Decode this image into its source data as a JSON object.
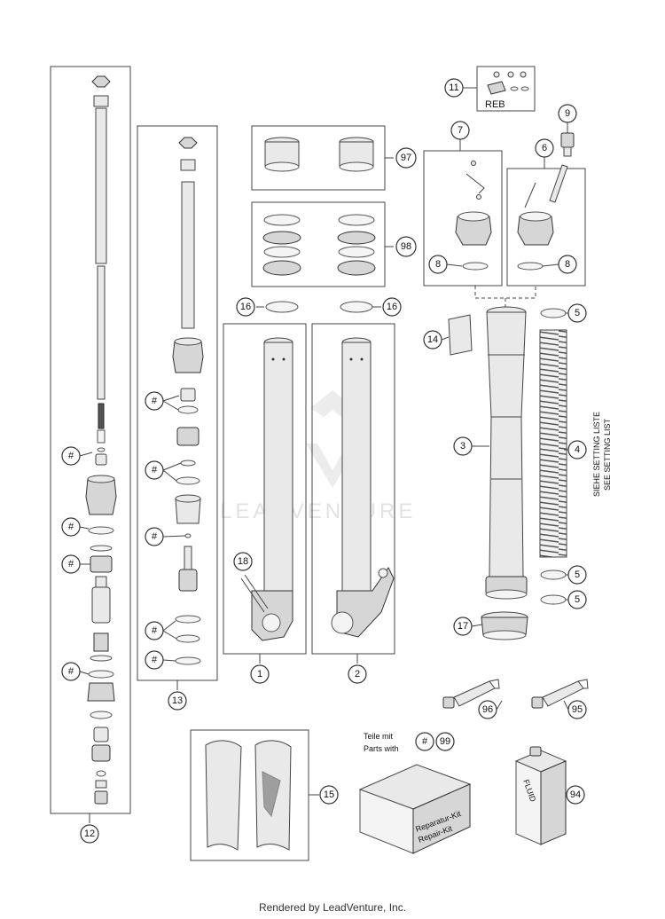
{
  "footer": "Rendered by LeadVenture, Inc.",
  "watermark": "LEADVENTURE",
  "labels": {
    "reb": "REB",
    "setting_de": "SIEHE SETTING LISTE",
    "setting_en": "SEE SETTING LIST",
    "parts_with_de": "Teile mit",
    "parts_with_en": "Parts with",
    "repair_kit_de": "Reparatur-Kit",
    "repair_kit_en": "Repair-Kit",
    "fluid": "FLUID"
  },
  "callouts": {
    "c1": "1",
    "c2": "2",
    "c3": "3",
    "c4": "4",
    "c5a": "5",
    "c5b": "5",
    "c5c": "5",
    "c6": "6",
    "c7": "7",
    "c8a": "8",
    "c8b": "8",
    "c9": "9",
    "c11": "11",
    "c12": "12",
    "c13": "13",
    "c14": "14",
    "c15": "15",
    "c16a": "16",
    "c16b": "16",
    "c17": "17",
    "c18": "18",
    "c94": "94",
    "c95": "95",
    "c96": "96",
    "c97": "97",
    "c98": "98",
    "c99": "99",
    "h1": "#",
    "h2": "#",
    "h3": "#",
    "h4": "#",
    "h5": "#",
    "h6": "#",
    "h7": "#",
    "h8": "#",
    "h9": "#",
    "h10": "#",
    "h11": "#"
  },
  "colors": {
    "line": "#444444",
    "fill": "#e9e9e9",
    "background": "#ffffff"
  }
}
